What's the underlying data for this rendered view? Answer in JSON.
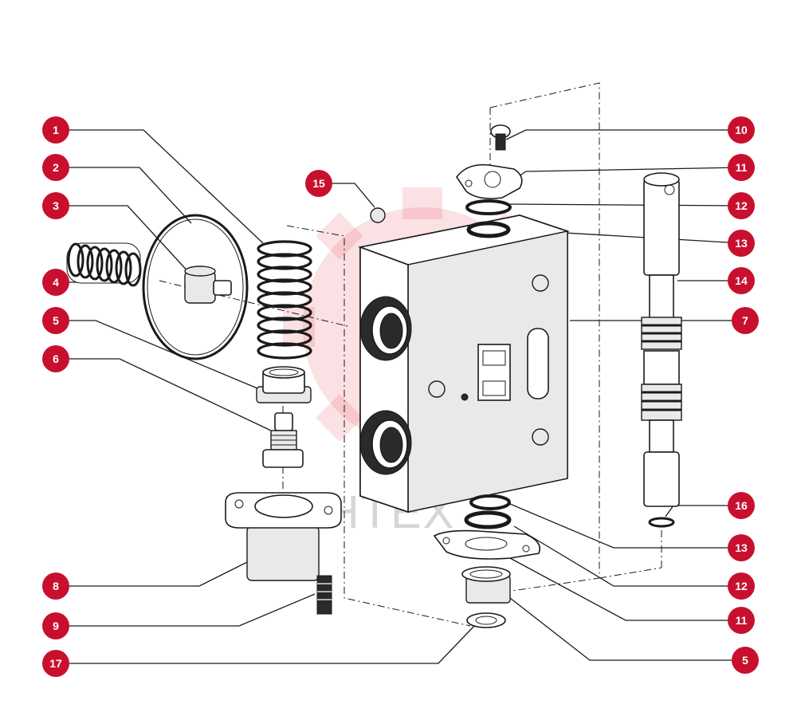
{
  "watermark": {
    "text": "ИНТЕХ"
  },
  "callouts": [
    {
      "id": "c1",
      "label": "1"
    },
    {
      "id": "c2",
      "label": "2"
    },
    {
      "id": "c3",
      "label": "3"
    },
    {
      "id": "c4",
      "label": "4"
    },
    {
      "id": "c5a",
      "label": "5"
    },
    {
      "id": "c6",
      "label": "6"
    },
    {
      "id": "c8",
      "label": "8"
    },
    {
      "id": "c9",
      "label": "9"
    },
    {
      "id": "c17",
      "label": "17"
    },
    {
      "id": "c15",
      "label": "15"
    },
    {
      "id": "c10",
      "label": "10"
    },
    {
      "id": "c11a",
      "label": "11"
    },
    {
      "id": "c12a",
      "label": "12"
    },
    {
      "id": "c13a",
      "label": "13"
    },
    {
      "id": "c14",
      "label": "14"
    },
    {
      "id": "c7",
      "label": "7"
    },
    {
      "id": "c16",
      "label": "16"
    },
    {
      "id": "c13b",
      "label": "13"
    },
    {
      "id": "c12b",
      "label": "12"
    },
    {
      "id": "c11b",
      "label": "11"
    },
    {
      "id": "c5b",
      "label": "5"
    }
  ],
  "colors": {
    "callout": "#c8102e",
    "line": "#1a1a1a",
    "watermark": "#e8434f"
  }
}
